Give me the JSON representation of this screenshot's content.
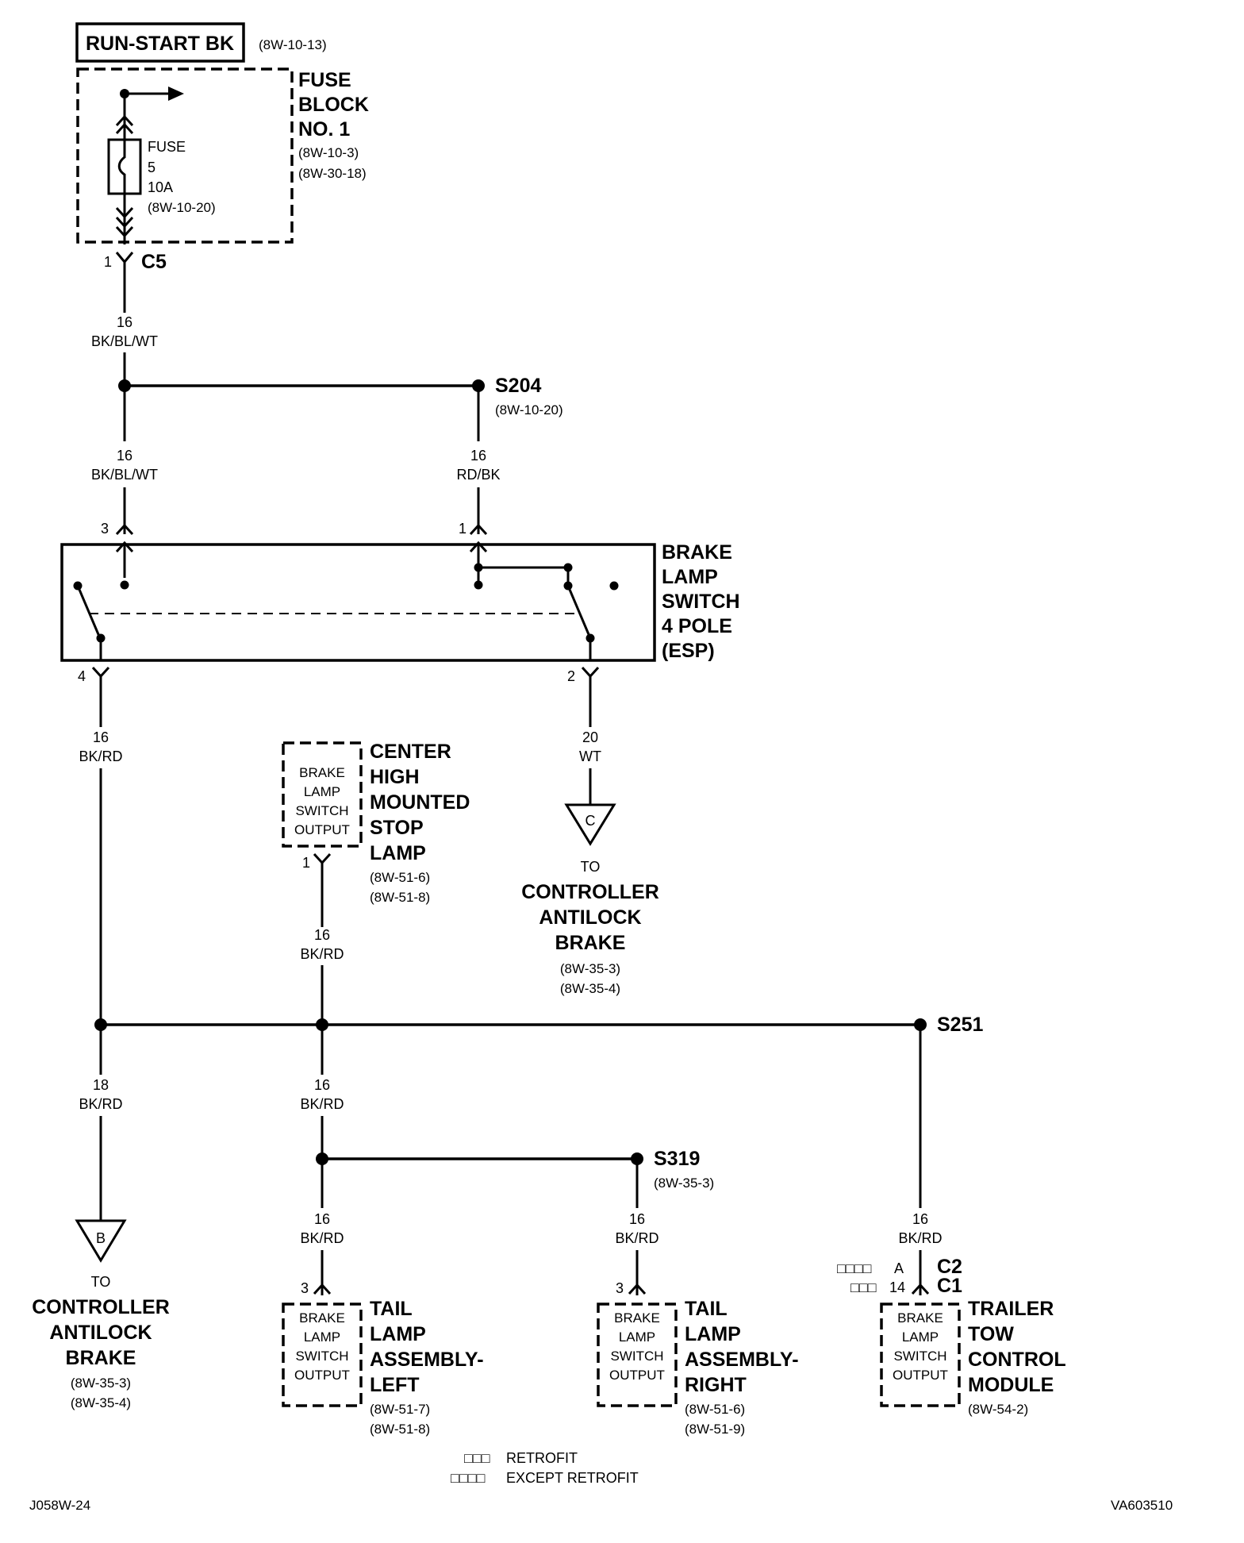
{
  "run_start": {
    "label": "RUN-START BK",
    "ref": "(8W-10-13)"
  },
  "fuse_block": {
    "title": [
      "FUSE",
      "BLOCK",
      "NO. 1"
    ],
    "refs": [
      "(8W-10-3)",
      "(8W-30-18)"
    ]
  },
  "fuse": {
    "label": "FUSE",
    "number": "5",
    "rating": "10A",
    "ref": "(8W-10-20)"
  },
  "c5": {
    "pin": "1",
    "name": "C5"
  },
  "s204": {
    "name": "S204",
    "ref": "(8W-10-20)"
  },
  "brake_switch": {
    "title": [
      "BRAKE",
      "LAMP",
      "SWITCH",
      "4 POLE",
      "(ESP)"
    ],
    "pins": [
      "3",
      "1",
      "4",
      "2"
    ]
  },
  "wires": {
    "c5_down": {
      "gauge": "16",
      "color": "BK/BL/WT"
    },
    "s204_left": {
      "gauge": "16",
      "color": "BK/BL/WT"
    },
    "s204_right": {
      "gauge": "16",
      "color": "RD/BK"
    },
    "pin4": {
      "gauge": "16",
      "color": "BK/RD"
    },
    "pin2": {
      "gauge": "20",
      "color": "WT"
    },
    "chmsl": {
      "gauge": "16",
      "color": "BK/RD"
    },
    "to_b": {
      "gauge": "18",
      "color": "BK/RD"
    },
    "to_s319": {
      "gauge": "16",
      "color": "BK/RD"
    },
    "tail_left": {
      "gauge": "16",
      "color": "BK/RD"
    },
    "tail_right": {
      "gauge": "16",
      "color": "BK/RD"
    },
    "trailer": {
      "gauge": "16",
      "color": "BK/RD"
    }
  },
  "chmsl": {
    "pin_label": [
      "BRAKE",
      "LAMP",
      "SWITCH",
      "OUTPUT"
    ],
    "title": [
      "CENTER",
      "HIGH",
      "MOUNTED",
      "STOP",
      "LAMP"
    ],
    "refs": [
      "(8W-51-6)",
      "(8W-51-8)"
    ],
    "pin": "1"
  },
  "offpage_c": {
    "letter": "C",
    "to": "TO",
    "dest": [
      "CONTROLLER",
      "ANTILOCK",
      "BRAKE"
    ],
    "refs": [
      "(8W-35-3)",
      "(8W-35-4)"
    ]
  },
  "s251": {
    "name": "S251"
  },
  "offpage_b": {
    "letter": "B",
    "to": "TO",
    "dest": [
      "CONTROLLER",
      "ANTILOCK",
      "BRAKE"
    ],
    "refs": [
      "(8W-35-3)",
      "(8W-35-4)"
    ]
  },
  "s319": {
    "name": "S319",
    "ref": "(8W-35-3)"
  },
  "tail_left": {
    "pin": "3",
    "pin_label": [
      "BRAKE",
      "LAMP",
      "SWITCH",
      "OUTPUT"
    ],
    "title": [
      "TAIL",
      "LAMP",
      "ASSEMBLY-",
      "LEFT"
    ],
    "refs": [
      "(8W-51-7)",
      "(8W-51-8)"
    ]
  },
  "tail_right": {
    "pin": "3",
    "pin_label": [
      "BRAKE",
      "LAMP",
      "SWITCH",
      "OUTPUT"
    ],
    "title": [
      "TAIL",
      "LAMP",
      "ASSEMBLY-",
      "RIGHT"
    ],
    "refs": [
      "(8W-51-6)",
      "(8W-51-9)"
    ]
  },
  "trailer": {
    "retrofit_marker": "□□□□",
    "except_marker": "□□□",
    "pin_retrofit": "A",
    "pin_except": "14",
    "connector_retrofit": "C2",
    "connector_except": "C1",
    "pin_label": [
      "BRAKE",
      "LAMP",
      "SWITCH",
      "OUTPUT"
    ],
    "title": [
      "TRAILER",
      "TOW",
      "CONTROL",
      "MODULE"
    ],
    "ref": "(8W-54-2)"
  },
  "legend": {
    "retrofit_marker": "□□□",
    "retrofit": "RETROFIT",
    "except_marker": "□□□□",
    "except_retrofit": "EXCEPT RETROFIT"
  },
  "footer": {
    "left": "J058W-24",
    "right": "VA603510"
  }
}
